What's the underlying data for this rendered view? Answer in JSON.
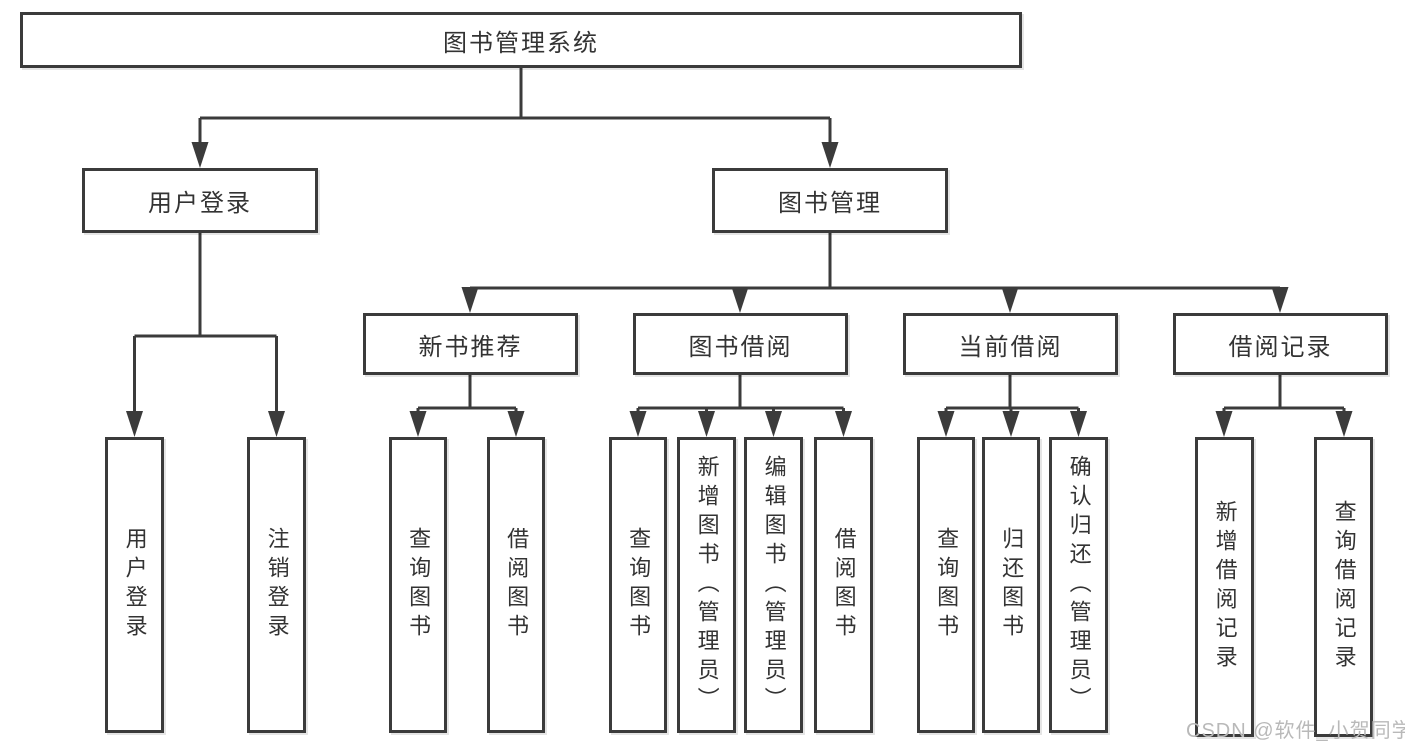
{
  "tree": {
    "label": "图书管理系统",
    "children": [
      {
        "label": "用户登录",
        "children": [
          {
            "label": "用户登录"
          },
          {
            "label": "注销登录"
          }
        ]
      },
      {
        "label": "图书管理",
        "children": [
          {
            "label": "新书推荐",
            "children": [
              {
                "label": "查询图书"
              },
              {
                "label": "借阅图书"
              }
            ]
          },
          {
            "label": "图书借阅",
            "children": [
              {
                "label": "查询图书"
              },
              {
                "label": "新增图书（管理员）"
              },
              {
                "label": "编辑图书（管理员）"
              },
              {
                "label": "借阅图书"
              }
            ]
          },
          {
            "label": "当前借阅",
            "children": [
              {
                "label": "查询图书"
              },
              {
                "label": "归还图书"
              },
              {
                "label": "确认归还（管理员）"
              }
            ]
          },
          {
            "label": "借阅记录",
            "children": [
              {
                "label": "新增借阅记录"
              },
              {
                "label": "查询借阅记录"
              }
            ]
          }
        ]
      }
    ]
  },
  "watermark": {
    "text": "CSDN @软件_小贺同学"
  },
  "colors": {
    "line": "#3b3b3b",
    "text": "#333333",
    "box_background": "#ffffff",
    "watermark": "#b9b9b9"
  }
}
